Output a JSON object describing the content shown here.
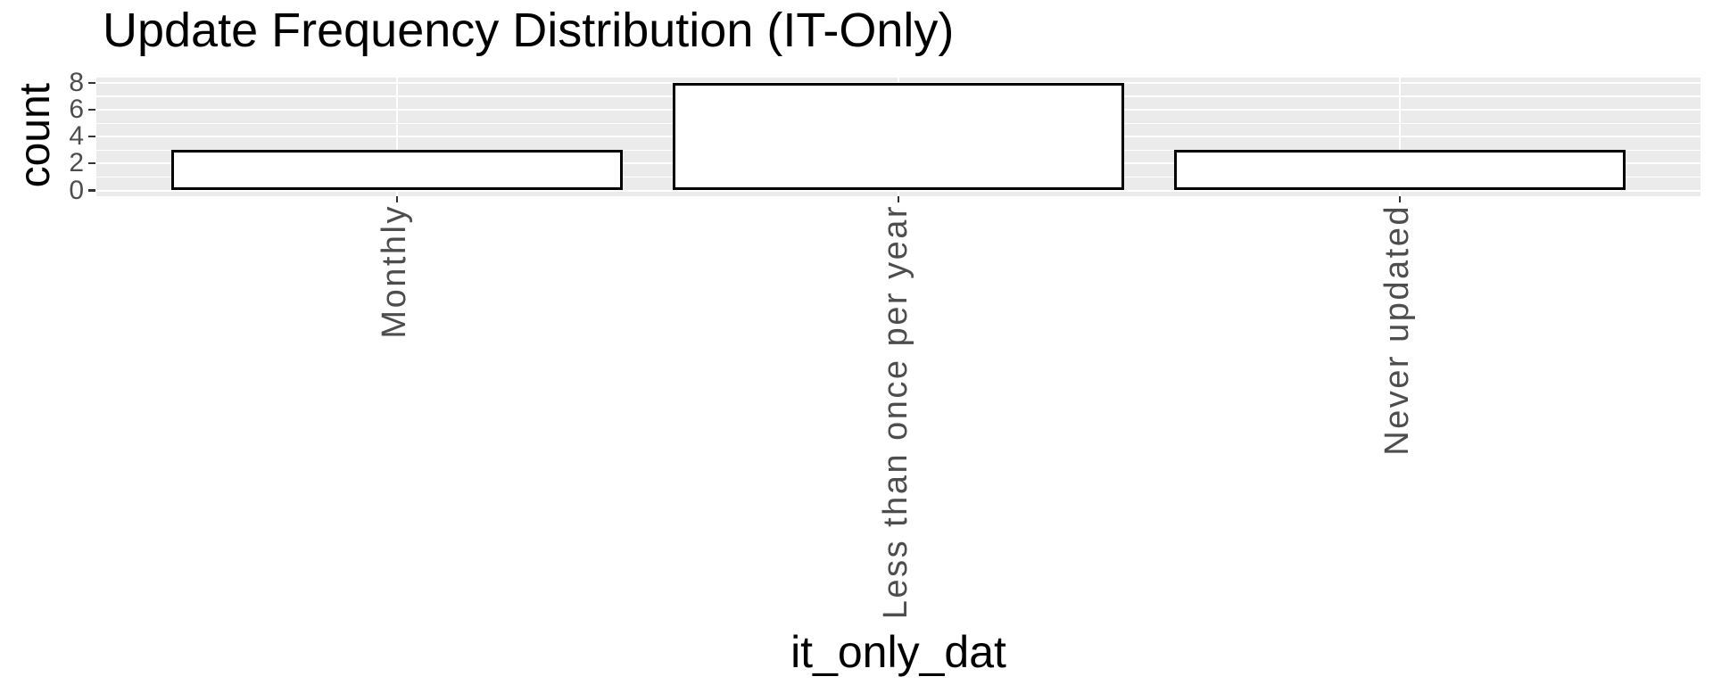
{
  "chart_data": {
    "type": "bar",
    "title": "Update Frequency Distribution (IT-Only)",
    "xlabel": "it_only_dat",
    "ylabel": "count",
    "categories": [
      "Monthly",
      "Less than once per year",
      "Never updated"
    ],
    "values": [
      3,
      8,
      3
    ],
    "yticks": [
      0,
      2,
      4,
      6,
      8
    ],
    "yminor": [
      1,
      3,
      5,
      7
    ],
    "ylim": [
      -0.4,
      8.4
    ],
    "grid": "horizontal major+minor, vertical major at category centers; no legend",
    "legend_position": "none",
    "bar_width_fraction": 0.9,
    "colors": {
      "panel_background": "#EBEBEB",
      "gridline": "#FFFFFF",
      "bar_fill": "#FFFFFF",
      "bar_stroke": "#000000",
      "axis_text": "#4D4D4D",
      "tick_mark": "#333333",
      "title_text": "#000000"
    }
  }
}
